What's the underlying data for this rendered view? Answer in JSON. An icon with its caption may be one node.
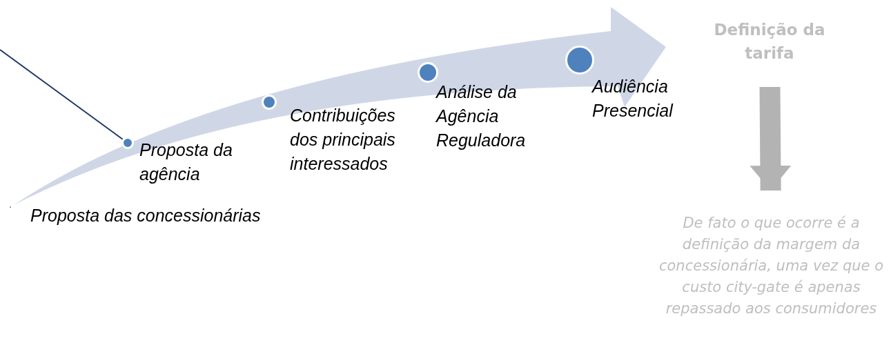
{
  "diagram": {
    "nodes": [
      {
        "text": [],
        "shape": "circle",
        "beside": [
          "Proposta das concessionárias"
        ]
      },
      {
        "text": [],
        "shape": "circle",
        "beside": [
          "Proposta da agência"
        ]
      },
      {
        "text": [],
        "shape": "circle",
        "beside": [
          "Contribuições dos principais interessados"
        ]
      },
      {
        "text": [],
        "shape": "circle",
        "beside": [
          "Análise da Agência Reguladora"
        ]
      },
      {
        "text": [],
        "shape": "circle",
        "beside": [
          "Audiência Presencial"
        ]
      },
      {
        "text": [
          "Definição da tarifa"
        ]
      },
      {
        "text": [
          "De fato o que ocorre é a definição da margem da concessionária, uma vez que o custo city-gate é apenas repassado aos consumidores"
        ]
      }
    ],
    "edges": [
      {
        "from": null,
        "to": 1,
        "arrow": "none"
      },
      {
        "from": 5,
        "to": 6,
        "arrow": "to",
        "style": "thick",
        "color": "#b3b3b3"
      }
    ]
  }
}
